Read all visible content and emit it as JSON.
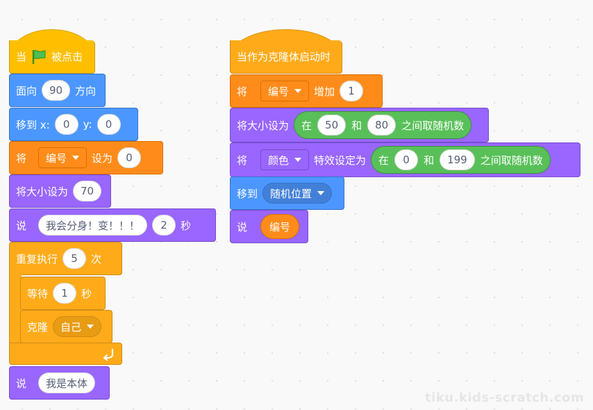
{
  "left_script": {
    "hat": {
      "label_before": "当",
      "flag_icon": "green-flag-icon",
      "label_after": "被点击"
    },
    "point_direction": {
      "label": "面向",
      "value": "90",
      "suffix": "方向"
    },
    "go_to_xy": {
      "label": "移到 x:",
      "x": "0",
      "y_label": "y:",
      "y": "0"
    },
    "set_var": {
      "label": "将",
      "variable": "编号",
      "mid": "设为",
      "value": "0"
    },
    "set_size": {
      "label": "将大小设为",
      "value": "70"
    },
    "say_for": {
      "label": "说",
      "message": "我会分身！变！！！",
      "secs": "2",
      "suffix": "秒"
    },
    "repeat": {
      "label": "重复执行",
      "times": "5",
      "suffix": "次",
      "loop_icon": "loop-arrow-icon"
    },
    "wait": {
      "label": "等待",
      "value": "1",
      "suffix": "秒"
    },
    "clone": {
      "label": "克隆",
      "target": "自己"
    },
    "say": {
      "label": "说",
      "message": "我是本体"
    }
  },
  "right_script": {
    "hat": {
      "label": "当作为克隆体启动时"
    },
    "change_var": {
      "label": "将",
      "variable": "编号",
      "mid": "增加",
      "value": "1"
    },
    "set_size_random": {
      "label": "将大小设为",
      "op_label": "在",
      "from": "50",
      "and_label": "和",
      "to": "80",
      "op_suffix": "之间取随机数"
    },
    "set_effect": {
      "label": "将",
      "effect": "颜色",
      "mid": "特效设定为",
      "op_label": "在",
      "from": "0",
      "and_label": "和",
      "to": "199",
      "op_suffix": "之间取随机数"
    },
    "go_to": {
      "label": "移到",
      "target": "随机位置"
    },
    "say": {
      "label": "说",
      "reporter": "编号"
    }
  },
  "watermark": "tiku.kids-scratch.com",
  "colors": {
    "motion": "#4c97ff",
    "events": "#ffbf00",
    "control": "#ffab19",
    "looks": "#9966ff",
    "variables": "#ff8c1a",
    "operators": "#59c059"
  }
}
